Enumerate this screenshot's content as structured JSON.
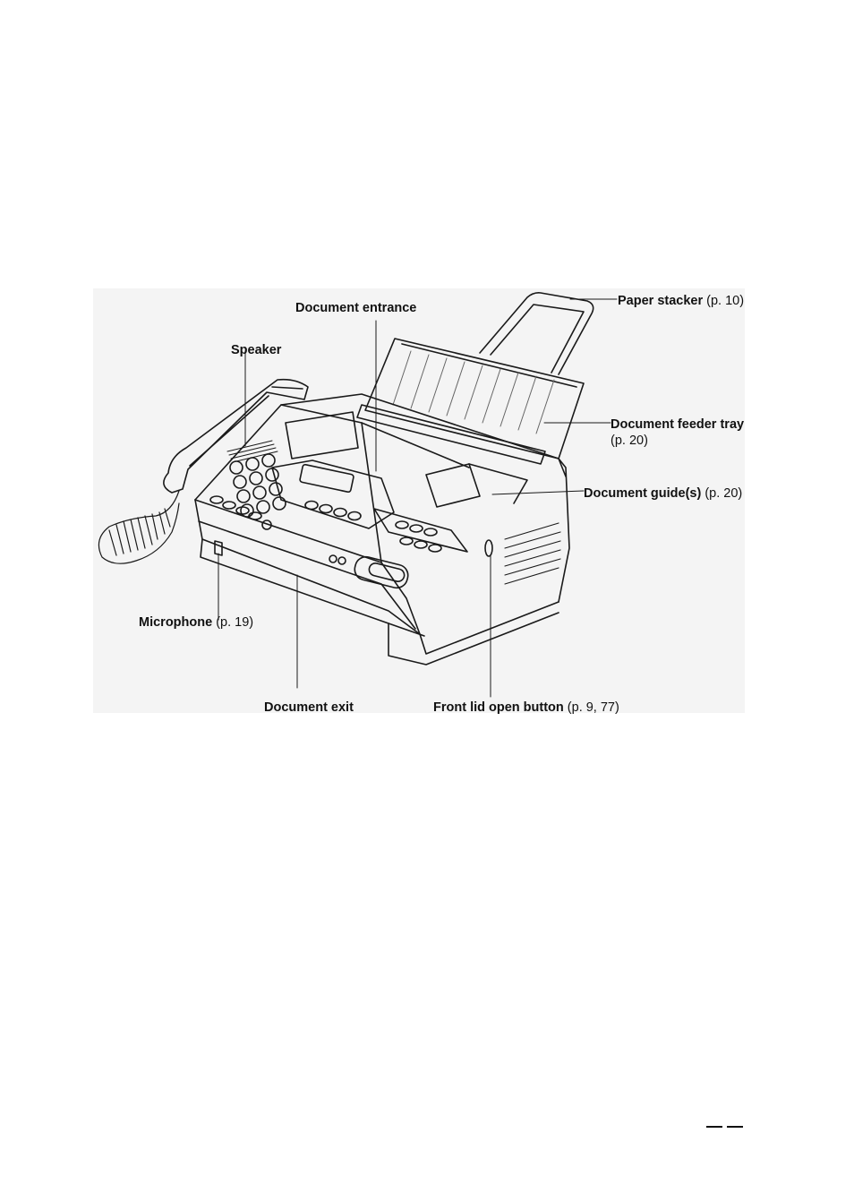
{
  "figure": {
    "labels": {
      "document_entrance": "Document entrance",
      "speaker": "Speaker",
      "paper_stacker": "Paper stacker",
      "paper_stacker_ref": "(p. 10)",
      "document_feeder_tray": "Document feeder tray",
      "document_feeder_tray_ref": "(p. 20)",
      "document_guides": "Document guide(s)",
      "document_guides_ref": "(p. 20)",
      "microphone": "Microphone",
      "microphone_ref": "(p. 19)",
      "document_exit": "Document exit",
      "front_lid_open_button": "Front lid open button",
      "front_lid_open_button_ref": "(p. 9, 77)"
    }
  }
}
